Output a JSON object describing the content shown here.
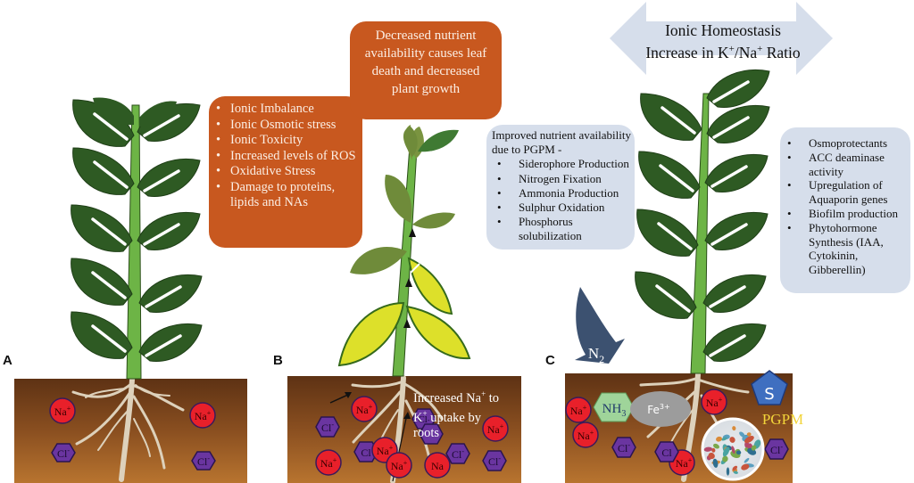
{
  "panels": {
    "a": {
      "label": "A"
    },
    "b": {
      "label": "B"
    },
    "c": {
      "label": "C"
    }
  },
  "stress_box": {
    "items": [
      "Ionic Imbalance",
      "Ionic Osmotic stress",
      "Ionic Toxicity",
      "Increased levels of ROS",
      "Oxidative Stress",
      "Damage to proteins, lipids and NAs"
    ]
  },
  "nutrient_box": {
    "text": "Decreased nutrient availability causes leaf death and decreased plant growth"
  },
  "pgpm_box": {
    "heading": "Improved nutrient availability due to PGPM -",
    "items": [
      "Siderophore Production",
      "Nitrogen Fixation",
      "Ammonia Production",
      "Sulphur Oxidation",
      "Phosphorus solubilization"
    ]
  },
  "mechanism_box": {
    "items": [
      "Osmoprotectants",
      "ACC deaminase activity",
      "Upregulation of Aquaporin genes",
      "Biofilm production",
      "Phytohormone Synthesis (IAA, Cytokinin, Gibberellin)"
    ]
  },
  "homeostasis_arrow": {
    "line1": "Ionic Homeostasis",
    "line2_prefix": "Increase in K",
    "line2_mid": "/Na",
    "line2_suffix": " Ratio",
    "sup": "+"
  },
  "ions": {
    "na": "Na",
    "na_sup": "+",
    "cl": "Cl",
    "cl_sup": "-",
    "na_partial": "Na",
    "cl_partial": "Cl"
  },
  "panel_b_soil_text": {
    "line1_prefix": "Increased Na",
    "line1_suffix": "  to",
    "line2_prefix": "K",
    "line2_suffix": "  uptake by",
    "line3": "roots",
    "sup": "+"
  },
  "panel_c": {
    "n2_label": "N",
    "n2_sub": "2",
    "nh3_label": "NH",
    "nh3_sub": "3",
    "fe_label": "Fe",
    "fe_sup": "3+",
    "s_label": "S",
    "pgpm_label": "PGPM"
  },
  "colors": {
    "orange_box": "#c8581f",
    "blue_box": "#d6deeb",
    "dark_leaf": "#2e5a23",
    "stem": "#6db446",
    "yellow_leaf": "#dde02a",
    "olive_leaf": "#6f8b3a",
    "soil_top": "#6a3a18",
    "soil_bottom": "#b5702e",
    "na_ion": "#e8202a",
    "cl_ion": "#6a35a0",
    "n2_arrow": "#3c5170",
    "nh3_hex": "#9fd49a",
    "fe_oval": "#9c9c9c",
    "s_pentagon": "#3f6fc0",
    "pgpm_text": "#f2d43a"
  }
}
